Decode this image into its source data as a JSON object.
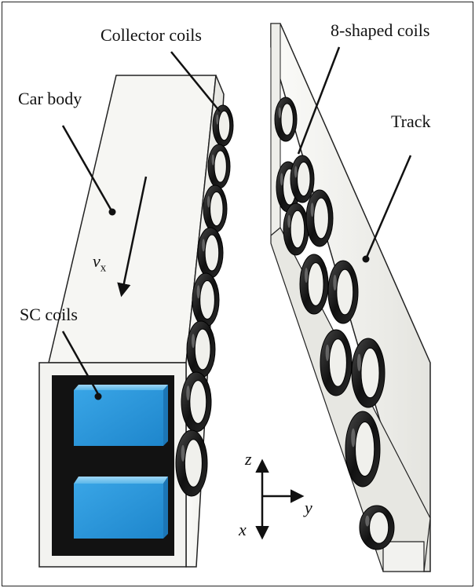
{
  "labels": {
    "collector_coils": "Collector coils",
    "eight_shaped_coils": "8-shaped coils",
    "car_body": "Car body",
    "track": "Track",
    "sc_coils": "SC coils",
    "velocity_symbol": "v",
    "velocity_subscript": "x"
  },
  "axes": {
    "z": "z",
    "y": "y",
    "x": "x"
  },
  "colors": {
    "car_face": "#f4f4f1",
    "car_edge": "#222222",
    "car_inner": "#111111",
    "sc_coil": "#3aa0dd",
    "coil": "#1a1a1a",
    "track_face": "#f1f1ee"
  }
}
